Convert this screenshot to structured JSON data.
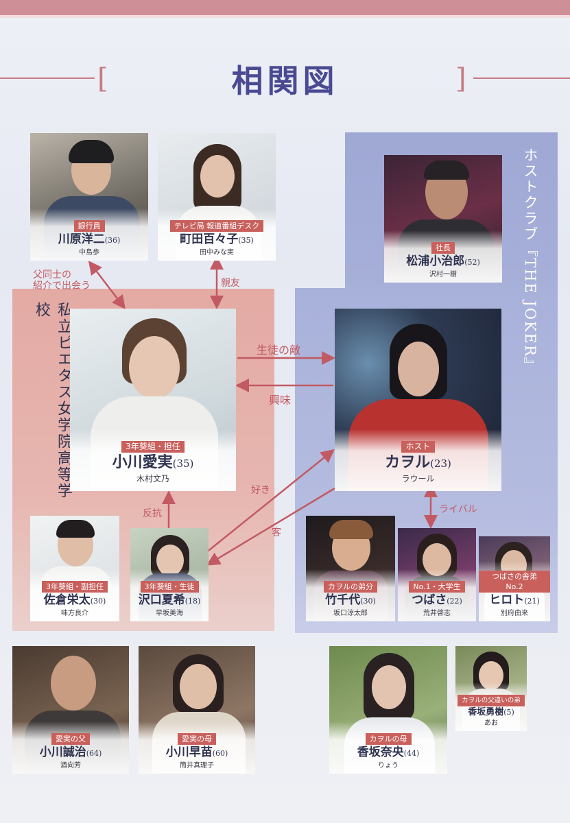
{
  "title": "相関図",
  "groups": {
    "school": "私立ピエタス女学院高等学校",
    "club": "ホストクラブ『THE JOKER』"
  },
  "relations": {
    "kawahara_aimi": "父同士の\n紹介で出会う",
    "machida_aimi": "親友",
    "aimi_to_kaoru": "生徒の敵",
    "kaoru_to_aimi": "興味",
    "natsuki_to_kaoru": "好き",
    "kaoru_to_natsuki": "客",
    "natsuki_to_aimi": "反抗",
    "kaoru_rival": "ライバル"
  },
  "people": {
    "kawahara": {
      "role": "銀行員",
      "name": "川原洋二",
      "age": "(36)",
      "actor": "中島歩"
    },
    "machida": {
      "role": "テレビ局 報道番組デスク",
      "name": "町田百々子",
      "age": "(35)",
      "actor": "田中みな実"
    },
    "matsuura": {
      "role": "社長",
      "name": "松浦小治郎",
      "age": "(52)",
      "actor": "沢村一樹"
    },
    "aimi": {
      "role": "3年葵組・担任",
      "name": "小川愛実",
      "age": "(35)",
      "actor": "木村文乃"
    },
    "kaoru": {
      "role": "ホスト",
      "name": "カヲル",
      "age": "(23)",
      "actor": "ラウール"
    },
    "sakura": {
      "role": "3年葵組・副担任",
      "name": "佐倉栄太",
      "age": "(30)",
      "actor": "味方良介"
    },
    "sawaguchi": {
      "role": "3年葵組・生徒",
      "name": "沢口夏希",
      "age": "(18)",
      "actor": "早坂美海"
    },
    "takechiyo": {
      "role": "カヲルの弟分",
      "name": "竹千代",
      "age": "(30)",
      "actor": "坂口涼太郎"
    },
    "tsubasa": {
      "role": "No.1・大学生",
      "name": "つばさ",
      "age": "(22)",
      "actor": "荒井啓志"
    },
    "hiroto": {
      "role": "つばさの舎弟 No.2",
      "name": "ヒロト",
      "age": "(21)",
      "actor": "別府由来"
    },
    "seiji": {
      "role": "愛実の父",
      "name": "小川誠治",
      "age": "(64)",
      "actor": "酒向芳"
    },
    "sanae": {
      "role": "愛実の母",
      "name": "小川早苗",
      "age": "(60)",
      "actor": "筒井真理子"
    },
    "nao": {
      "role": "カヲルの母",
      "name": "香坂奈央",
      "age": "(44)",
      "actor": "りょう"
    },
    "yuki": {
      "role": "カヲルの父違いの弟",
      "name": "香坂勇樹",
      "age": "(5)",
      "actor": "あお"
    }
  }
}
